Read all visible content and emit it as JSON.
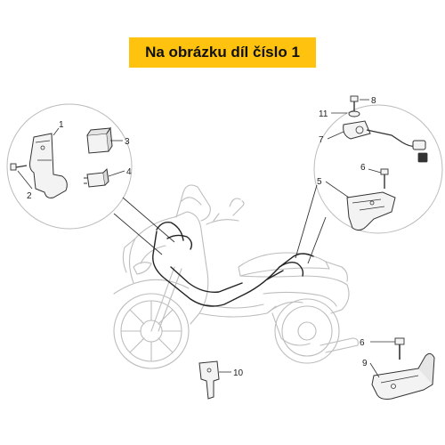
{
  "title": "Na obrázku díl číslo 1",
  "colors": {
    "banner": "#ffc20e",
    "line": "#333333",
    "ghost": "#bdbdbd",
    "part_fill": "#f3f3f3"
  },
  "callouts": [
    {
      "id": "c1",
      "label": "1"
    },
    {
      "id": "c2",
      "label": "2"
    },
    {
      "id": "c3",
      "label": "3"
    },
    {
      "id": "c4",
      "label": "4"
    },
    {
      "id": "c5",
      "label": "5"
    },
    {
      "id": "c6a",
      "label": "6"
    },
    {
      "id": "c6b",
      "label": "6"
    },
    {
      "id": "c7",
      "label": "7"
    },
    {
      "id": "c8",
      "label": "8"
    },
    {
      "id": "c9",
      "label": "9"
    },
    {
      "id": "c10",
      "label": "10"
    },
    {
      "id": "c11",
      "label": "11"
    }
  ]
}
